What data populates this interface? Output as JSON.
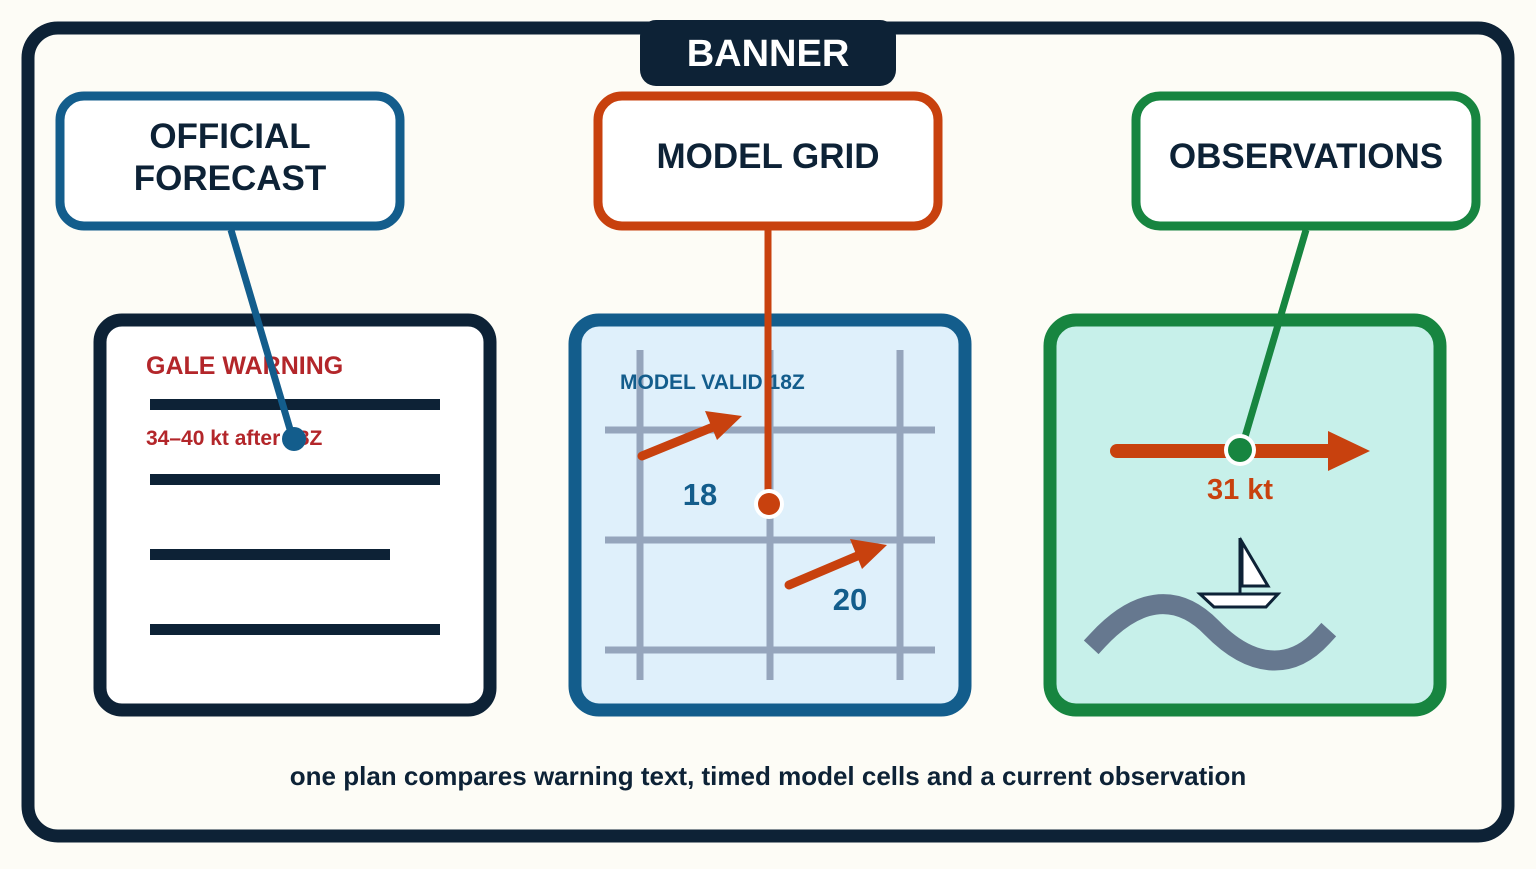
{
  "banner": {
    "label": "BANNER"
  },
  "callouts": {
    "forecast": {
      "line1": "OFFICIAL",
      "line2": "FORECAST"
    },
    "model": {
      "label": "MODEL GRID"
    },
    "observations": {
      "label": "OBSERVATIONS"
    }
  },
  "forecast_panel": {
    "warning_title": "GALE WARNING",
    "warning_detail": "34–40 kt after 18Z"
  },
  "model_panel": {
    "valid_label": "MODEL VALID 18Z",
    "cell_values": [
      "18",
      "20"
    ]
  },
  "obs_panel": {
    "wind_reading": "31 kt"
  },
  "caption": "one plan compares warning text, timed model cells and a current observation",
  "colors": {
    "navy": "#0d2236",
    "forecast_blue": "#135d8c",
    "model_orange": "#c8410e",
    "obs_green": "#178540",
    "warning_red": "#b3262a",
    "model_fill": "#dff0fb",
    "obs_fill": "#c7f0ea",
    "grid_gray": "#95a5bc",
    "wave_gray": "#66788f"
  },
  "icons": {
    "document": "document-lines-icon",
    "wind_arrow": "wind-arrow-icon",
    "sailboat": "sailboat-icon",
    "wave": "wave-icon"
  }
}
